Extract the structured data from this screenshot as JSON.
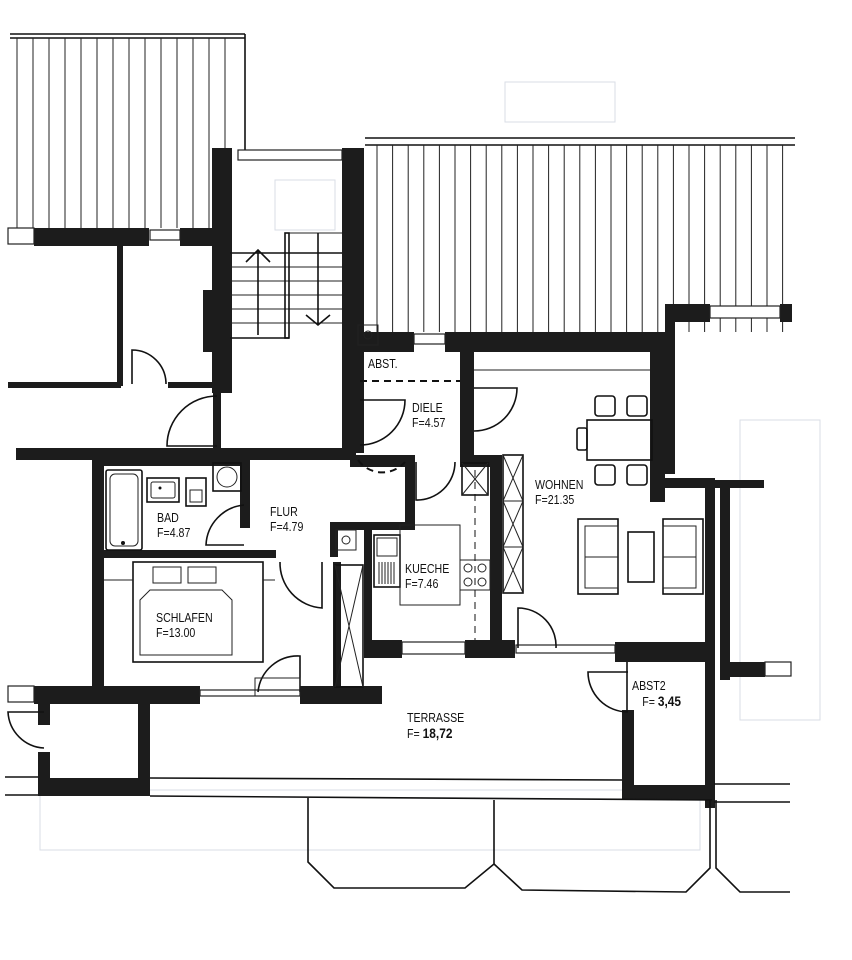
{
  "plan": {
    "type": "apartment floor plan",
    "rooms": [
      {
        "id": "abst",
        "name": "ABST.",
        "area": ""
      },
      {
        "id": "diele",
        "name": "DIELE",
        "area": "F=4.57"
      },
      {
        "id": "wohnen",
        "name": "WOHNEN",
        "area": "F=21.35"
      },
      {
        "id": "bad",
        "name": "BAD",
        "area": "F=4.87"
      },
      {
        "id": "flur",
        "name": "FLUR",
        "area": "F=4.79"
      },
      {
        "id": "kueche",
        "name": "KUECHE",
        "area": "F=7.46"
      },
      {
        "id": "schlafen",
        "name": "SCHLAFEN",
        "area": "F=13.00"
      },
      {
        "id": "terrasse",
        "name": "TERRASSE",
        "area_prefix": "F=",
        "area_value": "18,72"
      },
      {
        "id": "abst2",
        "name": "ABST2",
        "area_prefix": "F=",
        "area_value": "3,45"
      }
    ],
    "colors": {
      "wall": "#1c1c1c",
      "line": "#111111",
      "background": "#ffffff"
    }
  }
}
